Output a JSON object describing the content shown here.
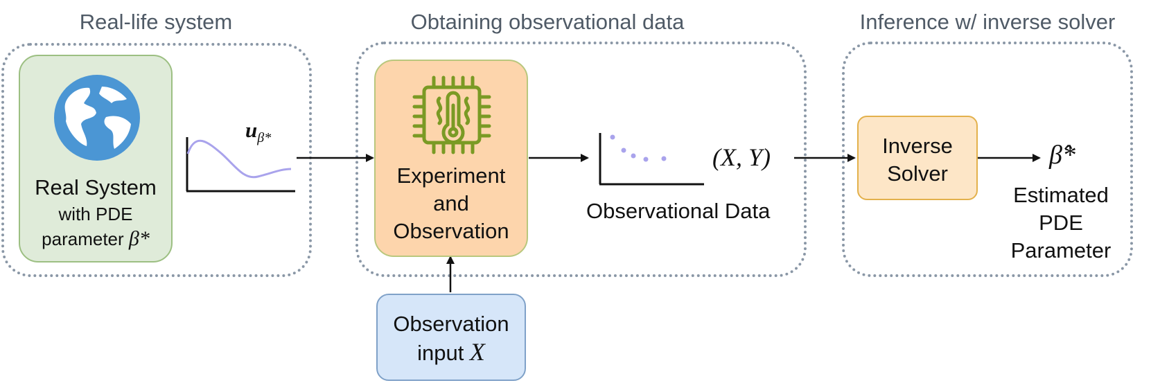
{
  "sections": {
    "real_life": "Real-life system",
    "observation": "Obtaining observational data",
    "inference": "Inference w/ inverse solver"
  },
  "real_system": {
    "line1": "Real System",
    "line2": "with PDE",
    "line3_prefix": "parameter ",
    "line3_symbol": "β*"
  },
  "solution_label": {
    "base": "u",
    "sub": "β*"
  },
  "experiment": {
    "line1": "Experiment",
    "line2": "and",
    "line3": "Observation"
  },
  "observation_input": {
    "line1": "Observation",
    "line2_prefix": "input ",
    "line2_symbol": "X"
  },
  "data_tuple": "(X, Y)",
  "observational_data_label": "Observational Data",
  "inverse_solver": {
    "line1": "Inverse",
    "line2": "Solver"
  },
  "estimate": {
    "symbol": "β̂*",
    "line1": "Estimated",
    "line2": "PDE",
    "line3": "Parameter"
  },
  "colors": {
    "group_border": "#8a97a6",
    "section_title": "#4f5a66",
    "real_system_fill": "#dfebd9",
    "real_system_border": "#9cbf82",
    "experiment_fill": "#fdd5ac",
    "experiment_border": "#b9c77d",
    "obs_input_fill": "#d6e6f9",
    "obs_input_border": "#7fa1c8",
    "inverse_fill": "#fde6c7",
    "inverse_border": "#e3b14c",
    "globe": "#4b96d4",
    "icon_green": "#7a9a24",
    "curve": "#a9a3ec"
  },
  "icons": [
    "globe-icon",
    "thermometer-chip-icon"
  ]
}
